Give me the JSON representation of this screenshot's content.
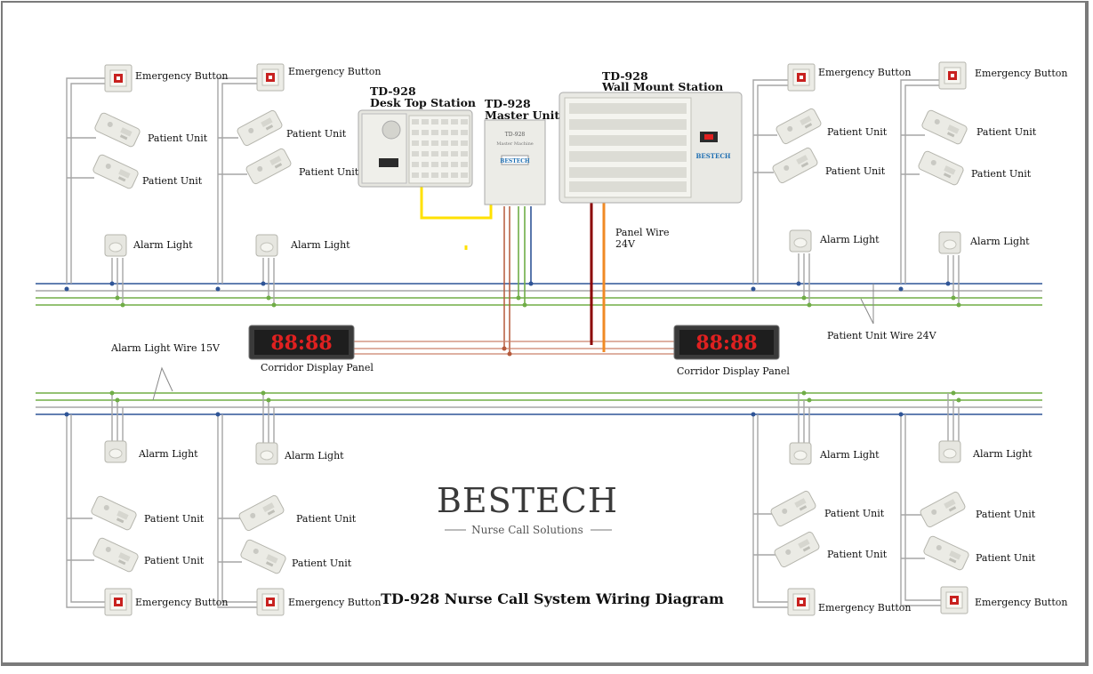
{
  "title": "TD-928 Nurse Call System Wiring Diagram",
  "logo": {
    "brand": "BESTECH",
    "tagline": "Nurse Call Solutions"
  },
  "labels": {
    "emergency_button": "Emergency Button",
    "patient_unit": "Patient Unit",
    "alarm_light": "Alarm Light",
    "corridor_display_panel": "Corridor Display Panel",
    "alarm_light_wire": "Alarm Light Wire 15V",
    "patient_unit_wire": "Patient Unit Wire 24V",
    "panel_wire": "Panel Wire",
    "panel_wire_voltage": "24V"
  },
  "stations": {
    "desk_model": "TD-928",
    "desk_name": "Desk Top Station",
    "master_model": "TD-928",
    "master_name": "Master Unit",
    "wall_model": "TD-928",
    "wall_name": "Wall Mount Station"
  },
  "device_text": {
    "master_model": "TD-928",
    "master_sub": "Master Machine",
    "master_brand": "BESTECH",
    "wall_brand": "BESTECH",
    "display_digits": "88:88"
  },
  "colors": {
    "wire_blue": "#2f5597",
    "wire_green": "#70ad47",
    "wire_red": "#b55a3c",
    "panel_wire_dark": "#8b0000",
    "panel_wire_orange": "#f08a24",
    "desk_wire_yellow": "#ffe100",
    "display_digit": "#e02020",
    "brand_dark": "#3a3a3a",
    "brand_blue": "#1f6fb2"
  }
}
